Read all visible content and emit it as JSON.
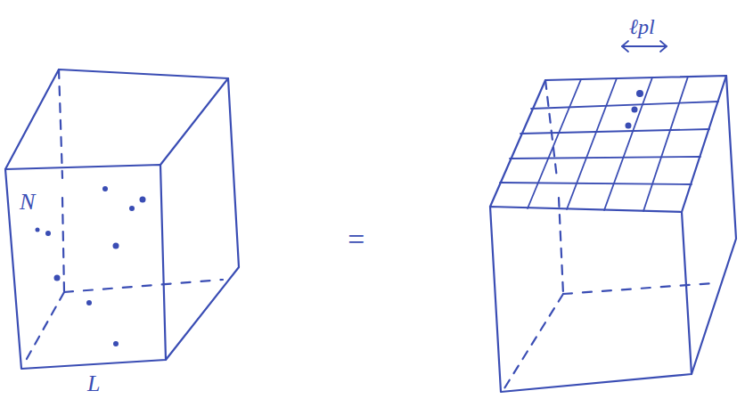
{
  "diagram": {
    "labels": [
      "N",
      "L",
      "=",
      "ℓpl"
    ]
  }
}
